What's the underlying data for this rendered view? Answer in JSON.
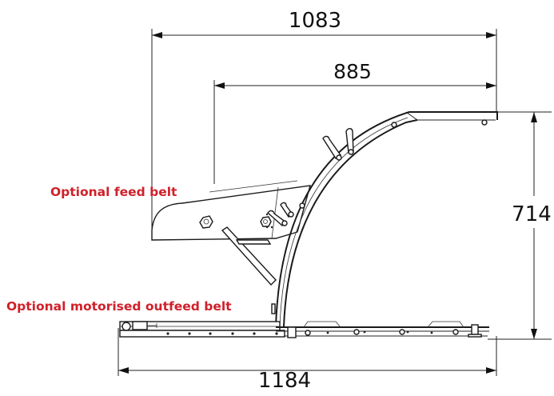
{
  "dimensions": {
    "top_overall": "1083",
    "top_inner": "885",
    "height": "714",
    "bottom_overall": "1184"
  },
  "callouts": {
    "feed_belt": "Optional feed belt",
    "outfeed_belt": "Optional motorised outfeed belt"
  },
  "colors": {
    "callout": "#d0202a",
    "line": "#1a1a1a",
    "background": "#ffffff"
  }
}
